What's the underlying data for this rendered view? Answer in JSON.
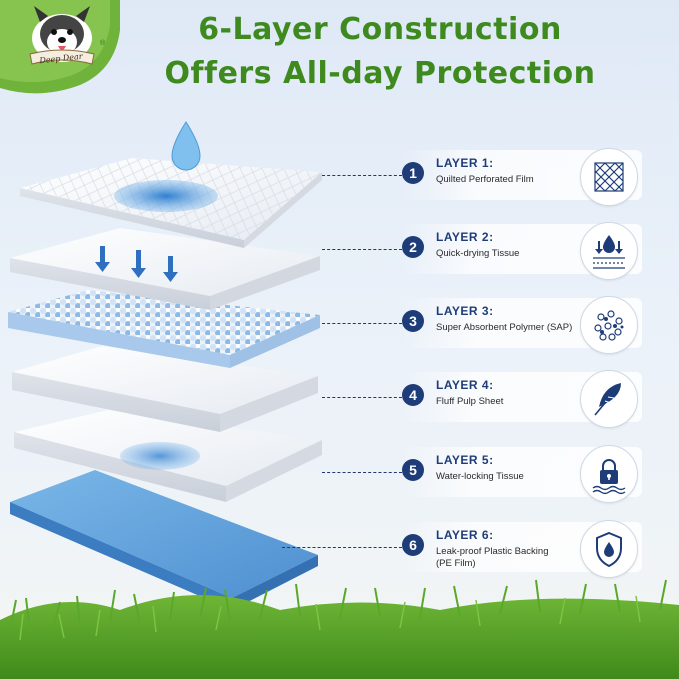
{
  "brand": {
    "name": "Deep Dear",
    "registered": "®"
  },
  "headline": {
    "line1": "6-Layer Construction",
    "line2": "Offers All-day Protection"
  },
  "layers": [
    {
      "number": "1",
      "name": "LAYER 1:",
      "description": "Quilted Perforated Film",
      "icon": "mesh-film-icon"
    },
    {
      "number": "2",
      "name": "LAYER 2:",
      "description": "Quick-drying Tissue",
      "icon": "drops-arrow-icon"
    },
    {
      "number": "3",
      "name": "LAYER 3:",
      "description": "Super Absorbent Polymer (SAP)",
      "icon": "polymer-beads-icon"
    },
    {
      "number": "4",
      "name": "LAYER 4:",
      "description": "Fluff Pulp Sheet",
      "icon": "feather-icon"
    },
    {
      "number": "5",
      "name": "LAYER 5:",
      "description": "Water-locking Tissue",
      "icon": "lock-water-icon"
    },
    {
      "number": "6",
      "name": "LAYER 6:",
      "description": "Leak-proof Plastic Backing (PE Film)",
      "icon": "shield-drop-icon"
    }
  ],
  "colors": {
    "title_green": "#3e8a1f",
    "navy": "#1e3d78",
    "pad_blue": "#5b9fdb",
    "grass": "#4f9a22"
  }
}
